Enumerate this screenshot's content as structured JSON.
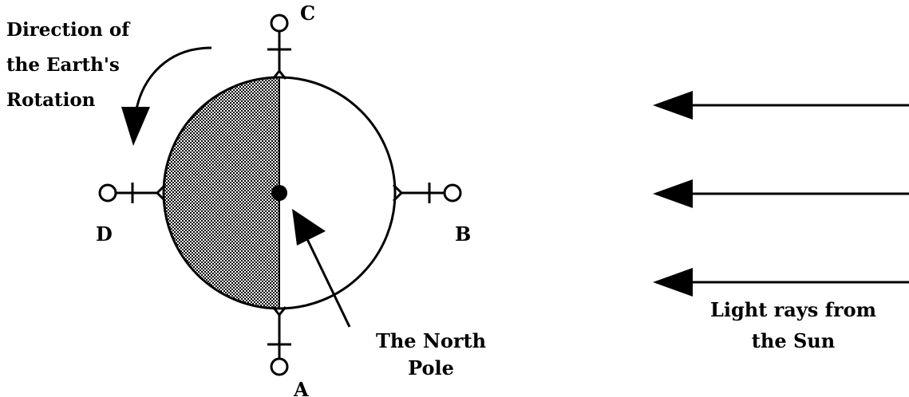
{
  "rotation_label": {
    "line1": "Direction of",
    "line2": "the Earth's",
    "line3": "Rotation"
  },
  "positions": {
    "a": "A",
    "b": "B",
    "c": "C",
    "d": "D"
  },
  "north_pole_label": {
    "line1": "The North",
    "line2": "Pole"
  },
  "sun_label": {
    "line1": "Light rays from",
    "line2": "the Sun"
  },
  "colors": {
    "ink": "#000000",
    "background": "#ffffff"
  }
}
